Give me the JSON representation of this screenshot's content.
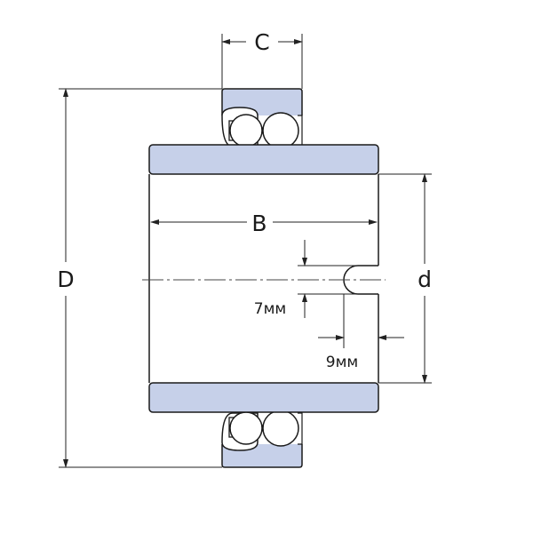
{
  "labels": {
    "C": "C",
    "B": "B",
    "D": "D",
    "d": "d",
    "groove_depth": "7мм",
    "groove_position": "9мм"
  },
  "colors": {
    "fill": "#c6d0e9",
    "stroke": "#1a1a1a",
    "line": "#222222"
  }
}
